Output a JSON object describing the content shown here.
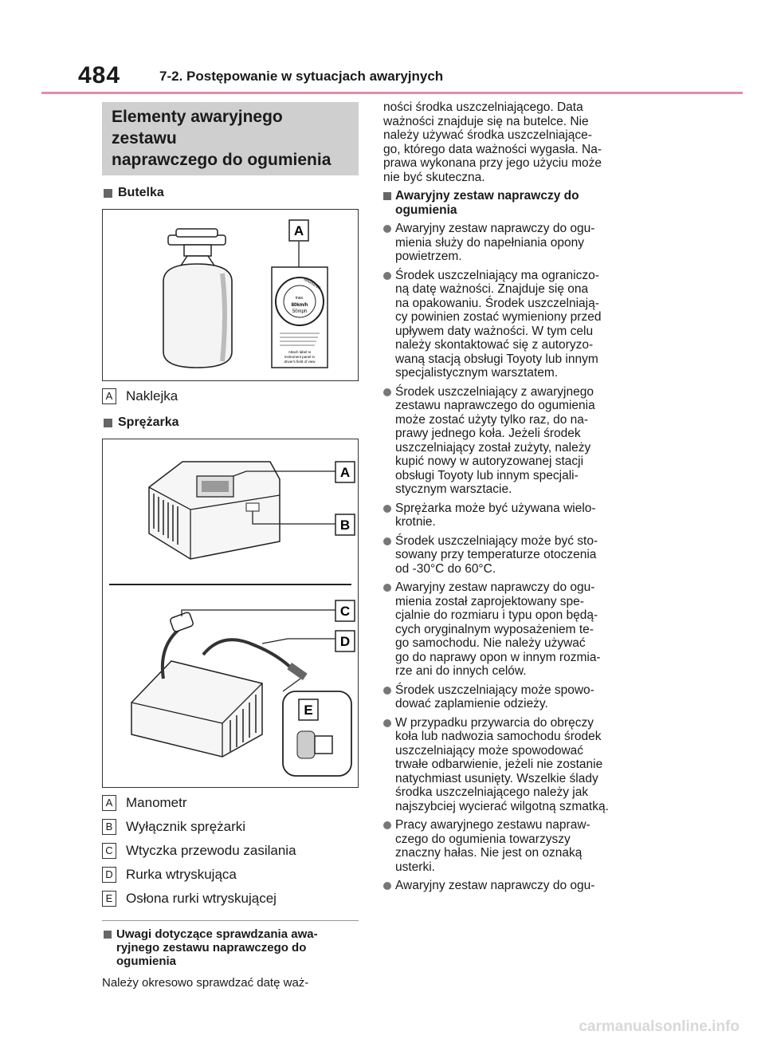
{
  "header": {
    "page_number": "484",
    "section": "7-2. Postępowanie w sytuacjach awaryjnych",
    "accent_color": "#e88aa6"
  },
  "left": {
    "title_line1": "Elementy awaryjnego zestawu",
    "title_line2": "naprawczego do ogumienia",
    "bottle_heading": "Butelka",
    "bottle_fig_label": "A",
    "sticker": {
      "warning_text": "WARNING",
      "max_label": "max.",
      "speed_kmh": "80km/h",
      "speed_mph": "50mph",
      "attach_line1": "Attach label to",
      "attach_line2": "instrument panel in",
      "attach_line3": "driver's field of view"
    },
    "bottle_labels": [
      {
        "letter": "A",
        "text": "Naklejka"
      }
    ],
    "compressor_heading": "Sprężarka",
    "compressor_fig_labels": [
      "A",
      "B",
      "C",
      "D",
      "E"
    ],
    "compressor_labels": [
      {
        "letter": "A",
        "text": "Manometr"
      },
      {
        "letter": "B",
        "text": "Wyłącznik sprężarki"
      },
      {
        "letter": "C",
        "text": "Wtyczka przewodu zasilania"
      },
      {
        "letter": "D",
        "text": "Rurka wtryskująca"
      },
      {
        "letter": "E",
        "text": "Osłona rurki wtryskującej"
      }
    ],
    "notes_heading": "Uwagi dotyczące sprawdzania awaryjnego zestawu naprawczego do ogumienia",
    "notes_heading_lines": [
      "Uwagi dotyczące sprawdzania awa-",
      "ryjnego zestawu naprawczego do",
      "ogumienia"
    ],
    "notes_text": "Należy okresowo sprawdzać datę waż-"
  },
  "right": {
    "intro_lines": [
      "ności środka uszczelniającego. Data",
      "ważności znajduje się na butelce. Nie",
      "należy używać środka uszczelniające-",
      "go, którego data ważności wygasła. Na-",
      "prawa wykonana przy jego użyciu może",
      "nie być skuteczna."
    ],
    "kit_heading_lines": [
      "Awaryjny zestaw naprawczy do",
      "ogumienia"
    ],
    "bullets": [
      [
        "Awaryjny zestaw naprawczy do ogu-",
        "mienia służy do napełniania opony",
        "powietrzem."
      ],
      [
        "Środek uszczelniający ma ograniczo-",
        "ną datę ważności. Znajduje się ona",
        "na opakowaniu. Środek uszczelniają-",
        "cy powinien zostać wymieniony przed",
        "upływem daty ważności. W tym celu",
        "należy skontaktować się z autoryzo-",
        "waną stacją obsługi Toyoty lub innym",
        "specjalistycznym warsztatem."
      ],
      [
        "Środek uszczelniający z awaryjnego",
        "zestawu naprawczego do ogumienia",
        "może zostać użyty tylko raz, do na-",
        "prawy jednego koła. Jeżeli środek",
        "uszczelniający został zużyty, należy",
        "kupić nowy w autoryzowanej stacji",
        "obsługi Toyoty lub innym specjali-",
        "stycznym warsztacie."
      ],
      [
        "Sprężarka może być używana wielo-",
        "krotnie."
      ],
      [
        "Środek uszczelniający może być sto-",
        "sowany przy temperaturze otoczenia",
        "od -30°C do 60°C."
      ],
      [
        "Awaryjny zestaw naprawczy do ogu-",
        "mienia został zaprojektowany spe-",
        "cjalnie do rozmiaru i typu opon będą-",
        "cych oryginalnym wyposażeniem te-",
        "go samochodu. Nie należy używać",
        "go do naprawy opon w innym rozmia-",
        "rze ani do innych celów."
      ],
      [
        "Środek uszczelniający może spowo-",
        "dować zaplamienie odzieży."
      ],
      [
        "W przypadku przywarcia do obręczy",
        "koła lub nadwozia samochodu środek",
        "uszczelniający może spowodować",
        "trwałe odbarwienie, jeżeli nie zostanie",
        "natychmiast usunięty. Wszelkie ślady",
        "środka uszczelniającego należy jak",
        "najszybciej wycierać wilgotną szmatką."
      ],
      [
        "Pracy awaryjnego zestawu napraw-",
        "czego do ogumienia towarzyszy",
        "znaczny hałas. Nie jest on oznaką",
        "usterki."
      ],
      [
        "Awaryjny zestaw naprawczy do ogu-"
      ]
    ]
  },
  "footer": "carmanualsonline.info"
}
